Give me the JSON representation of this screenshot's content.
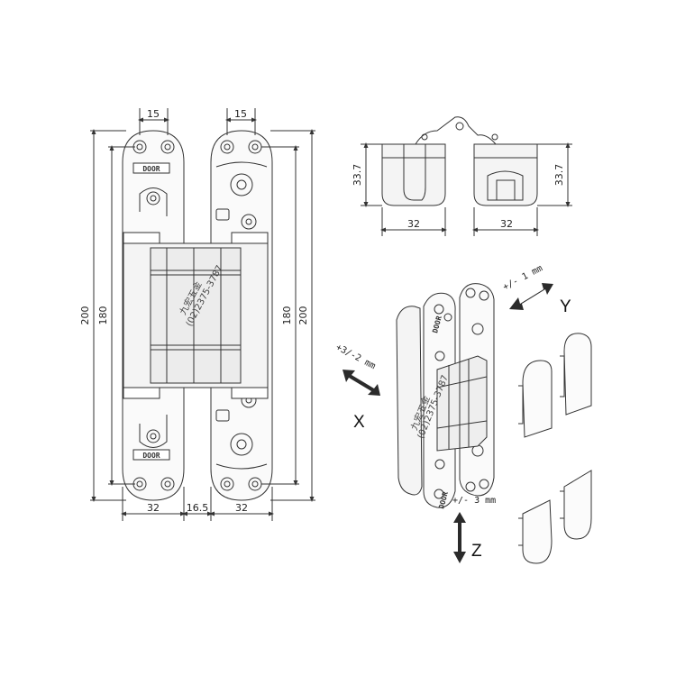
{
  "diagram": {
    "front_view": {
      "top_width": "15",
      "top_width_right": "15",
      "height_outer_left": "200",
      "height_inner_left": "180",
      "height_inner_right": "180",
      "height_outer_right": "200",
      "bottom_left_width": "32",
      "bottom_gap": "16.5",
      "bottom_right_width": "32",
      "brand_top": "DOOR",
      "brand_bottom": "DOOR"
    },
    "side_view": {
      "depth_left": "33.7",
      "depth_right": "33.7",
      "width_left": "32",
      "width_right": "32"
    },
    "adjustments": {
      "x_label": "X",
      "x_range": "+3/-2 mm",
      "y_label": "Y",
      "y_range": "+/- 1 mm",
      "z_label": "Z",
      "z_range": "+/- 3 mm"
    },
    "watermark": {
      "name": "九宏五金",
      "phone": "(02)2375-3787"
    },
    "colors": {
      "line": "#333333",
      "arrow": "#2b2b2b",
      "body_fill": "#f2f2f2"
    }
  }
}
